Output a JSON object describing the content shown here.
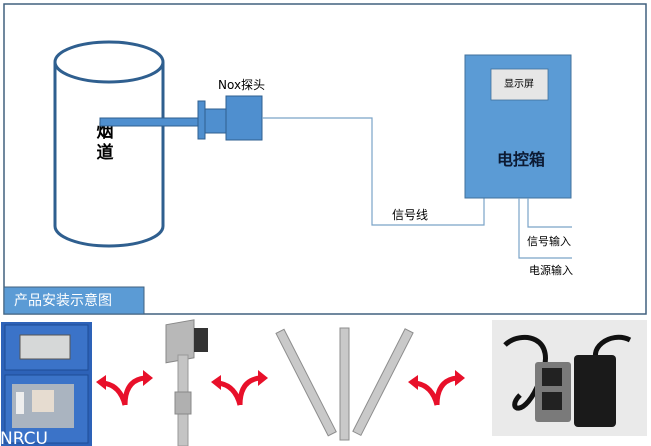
{
  "diagram": {
    "flue_label_1": "烟",
    "flue_label_2": "道",
    "probe_label": "Nox探头",
    "signal_line_label": "信号线",
    "display_label": "显示屏",
    "control_box_label": "电控箱",
    "signal_input_label": "信号输入",
    "power_input_label": "电源输入",
    "title": "产品安装示意图"
  },
  "photos": {
    "control_box_caption": "NRCU"
  },
  "colors": {
    "accent": "#5b9bd5",
    "stroke": "#2f5f8f",
    "arrow": "#e8102a"
  }
}
